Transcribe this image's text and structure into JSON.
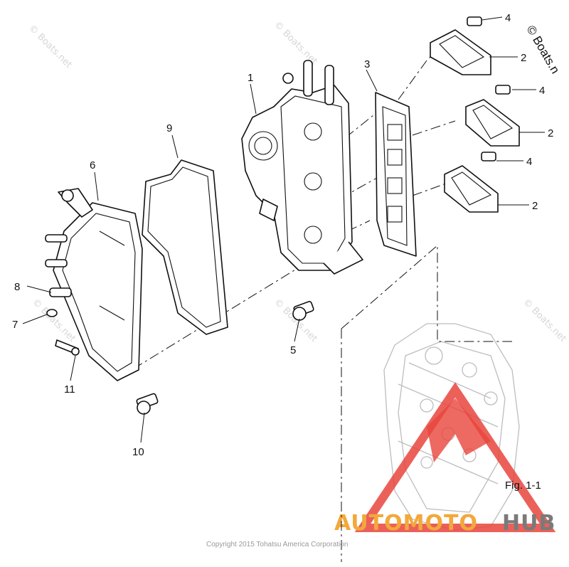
{
  "diagram": {
    "callouts": [
      "1",
      "2",
      "2",
      "2",
      "3",
      "4",
      "4",
      "4",
      "5",
      "6",
      "7",
      "8",
      "9",
      "10",
      "11"
    ],
    "figure_label": "Fig. 1-1",
    "copyright": "Copyright 2015 Tohatsu America Corporation",
    "watermark_text": "© Boats.net",
    "corner_watermark": "© Boats.n",
    "brand": {
      "part1": "AUTOMOTO",
      "part2": "HUB",
      "accent": "#e8453c",
      "orange": "#f2a93b",
      "gray": "#7a7a7a"
    }
  }
}
